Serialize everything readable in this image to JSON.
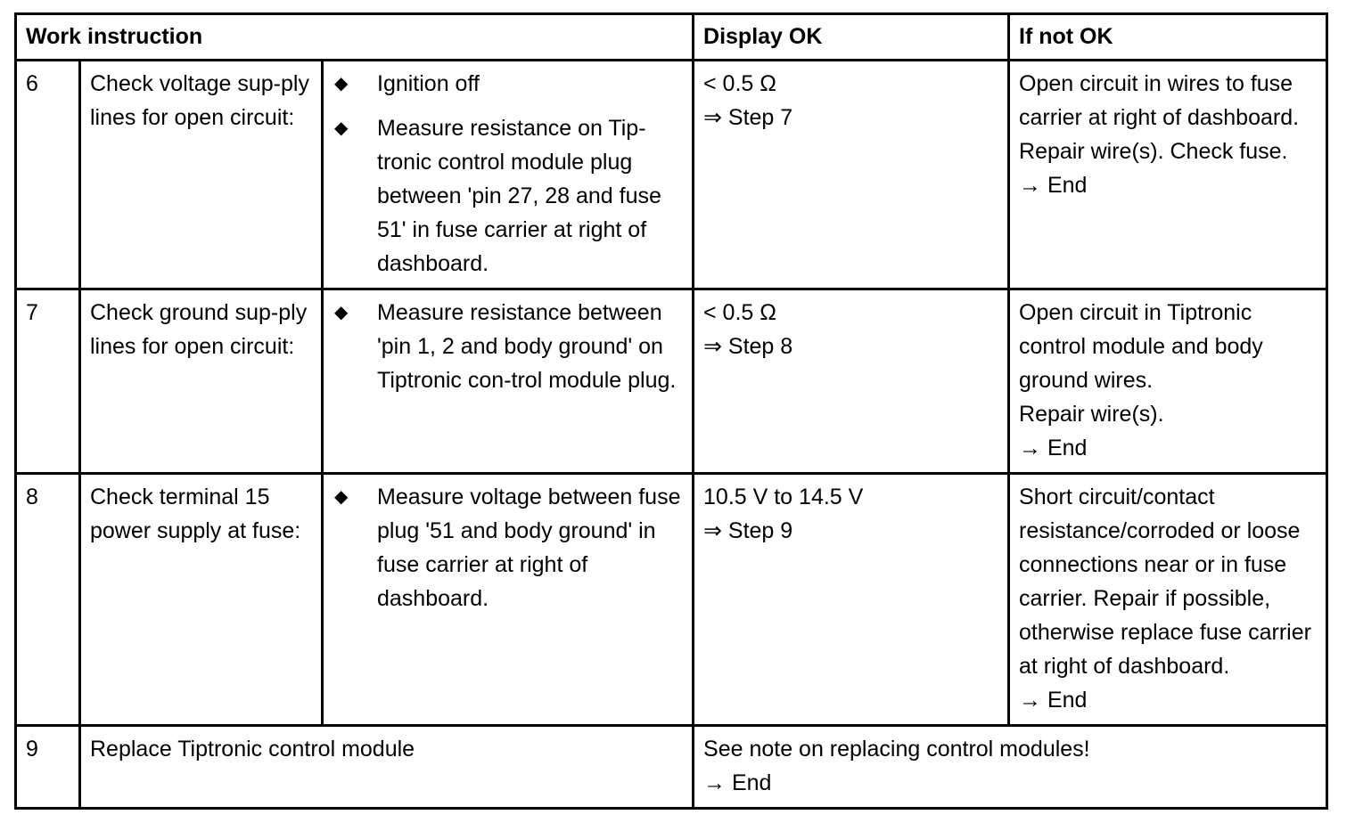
{
  "table": {
    "headers": {
      "work_instruction": "Work instruction",
      "display_ok": "Display OK",
      "if_not_ok": "If not OK"
    },
    "rows": [
      {
        "num": "6",
        "task": "Check voltage sup-ply lines for open circuit:",
        "bullets": [
          "Ignition off",
          "Measure resistance on Tip-tronic control module plug between 'pin 27, 28 and fuse 51' in fuse carrier at right of dashboard."
        ],
        "display_ok": "< 0.5 Ω",
        "display_ok_next": "⇒ Step 7",
        "if_not_ok": "Open circuit in wires to fuse carrier at right of dashboard.",
        "if_not_ok_2": "Repair wire(s). Check fuse.",
        "if_not_ok_end": "→ End"
      },
      {
        "num": "7",
        "task": "Check ground sup-ply lines for open circuit:",
        "bullets": [
          "Measure resistance between 'pin 1, 2 and body ground' on Tiptronic con-trol module plug."
        ],
        "display_ok": "< 0.5 Ω",
        "display_ok_next": "⇒ Step 8",
        "if_not_ok": "Open circuit in Tiptronic control module and body ground wires.",
        "if_not_ok_2": "Repair wire(s).",
        "if_not_ok_end": "→ End"
      },
      {
        "num": "8",
        "task": "Check terminal 15 power supply at fuse:",
        "bullets": [
          "Measure voltage between fuse plug '51 and body ground' in fuse carrier at right of dashboard."
        ],
        "display_ok": "10.5 V to 14.5 V",
        "display_ok_next": "⇒ Step 9",
        "if_not_ok": "Short circuit/contact resistance/corroded or loose connections near or in fuse carrier. Repair if possible, otherwise replace fuse carrier at right of dashboard.",
        "if_not_ok_2": "",
        "if_not_ok_end": "→ End"
      },
      {
        "num": "9",
        "task": "Replace Tiptronic control module",
        "bullets": [],
        "display_ok": "See note on replacing control modules!",
        "display_ok_next": "→ End",
        "if_not_ok": "",
        "if_not_ok_2": "",
        "if_not_ok_end": ""
      }
    ],
    "bullet_glyph": "◆"
  }
}
